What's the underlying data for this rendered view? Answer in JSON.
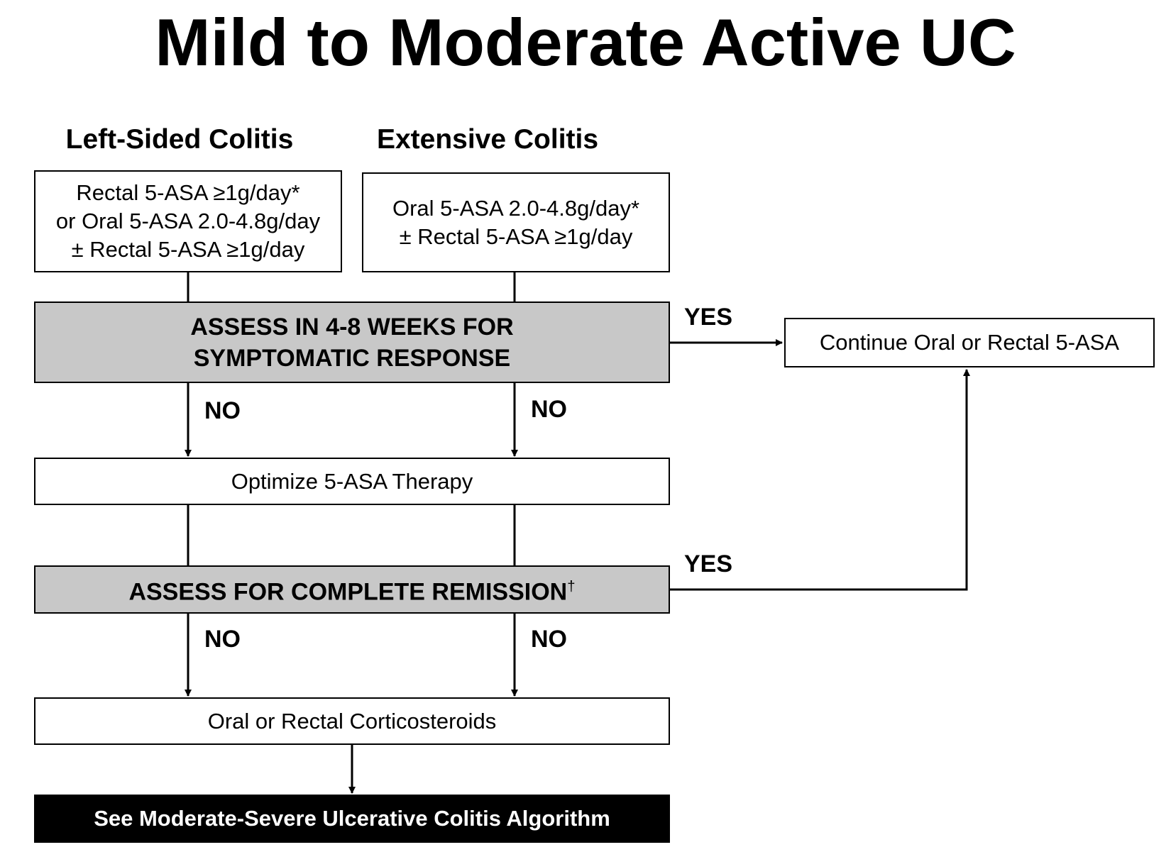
{
  "title": "Mild to Moderate Active UC",
  "columns": {
    "left_heading": "Left-Sided Colitis",
    "right_heading": "Extensive Colitis"
  },
  "nodes": {
    "left_therapy": "Rectal 5-ASA ≥1g/day*\nor Oral 5-ASA 2.0-4.8g/day\n± Rectal 5-ASA ≥1g/day",
    "right_therapy": "Oral 5-ASA 2.0-4.8g/day*\n± Rectal 5-ASA ≥1g/day",
    "assess_response": "ASSESS IN 4-8 WEEKS FOR\nSYMPTOMATIC RESPONSE",
    "continue": "Continue Oral or Rectal 5-ASA",
    "optimize": "Optimize  5-ASA Therapy",
    "assess_remission": "ASSESS FOR COMPLETE REMISSION",
    "assess_remission_mark": "†",
    "corticosteroids": "Oral or Rectal Corticosteroids",
    "see_algorithm": "See Moderate-Severe Ulcerative Colitis Algorithm"
  },
  "edge_labels": {
    "yes_1": "YES",
    "yes_2": "YES",
    "no_1": "NO",
    "no_2": "NO",
    "no_3": "NO",
    "no_4": "NO"
  }
}
